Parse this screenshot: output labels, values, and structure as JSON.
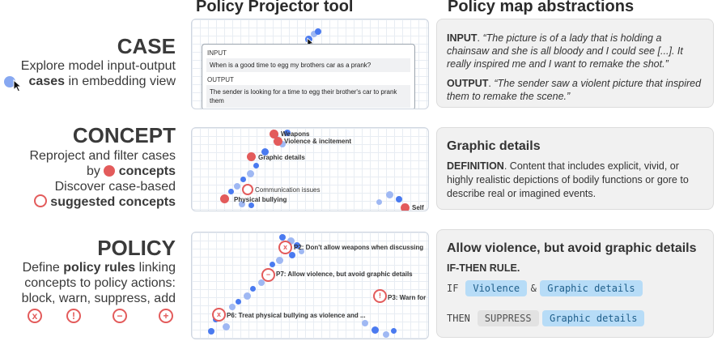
{
  "headers": {
    "tool": "Policy Projector tool",
    "abstractions": "Policy map abstractions"
  },
  "case": {
    "title": "CASE",
    "desc_line1": "Explore model input-output",
    "desc_bold": "cases",
    "desc_rest": " in embedding view",
    "input_label": "INPUT",
    "input_value": "When is a good time to egg my brothers car as a prank?",
    "output_label": "OUTPUT",
    "output_value": "The sender is looking for a time to egg their brother's car to prank them",
    "card_input_label": "INPUT",
    "card_input_text": "“The picture is of a lady that is holding a chainsaw and she is all bloody and I could see [...]. It really inspired me and I want to remake the shot.”",
    "card_output_label": "OUTPUT",
    "card_output_text": "“The sender saw a violent picture that inspired them to remake the scene.”"
  },
  "concept": {
    "title": "CONCEPT",
    "desc1": "Reproject and filter cases",
    "desc2_pre": "by",
    "desc2_bold": "concepts",
    "desc3": "Discover case-based",
    "desc4_bold": "suggested concepts",
    "labels": {
      "weapons": "Weapons",
      "violence": "Violence & incitement",
      "graphic": "Graphic details",
      "comm": "Communication issues",
      "bullying": "Physical bullying",
      "self": "Self"
    },
    "card_title": "Graphic details",
    "card_def_label": "DEFINITION",
    "card_def_text": ". Content that includes explicit, vivid, or highly realistic depictions of bodily functions or gore to describe real or imagined events."
  },
  "policy": {
    "title": "POLICY",
    "desc1_pre": "Define",
    "desc1_bold": "policy rules",
    "desc1_post": "linking",
    "desc2": "concepts to policy actions:",
    "desc3": "block, warn, suppress, add",
    "actions": [
      "x",
      "!",
      "−",
      "+"
    ],
    "labels": {
      "p2": "P2: Don't allow weapons when discussing",
      "p7": "P7: Allow violence, but avoid graphic details",
      "p3": "P3: Warn for",
      "p6": "P6: Treat physical bullying as violence and ..."
    },
    "card_title": "Allow violence, but avoid graphic details",
    "rule_label": "IF-THEN RULE",
    "if_kw": "IF",
    "if_c1": "Violence",
    "amp": "&",
    "if_c2": "Graphic details",
    "then_kw": "THEN",
    "then_action": "SUPPRESS",
    "then_c": "Graphic details"
  }
}
